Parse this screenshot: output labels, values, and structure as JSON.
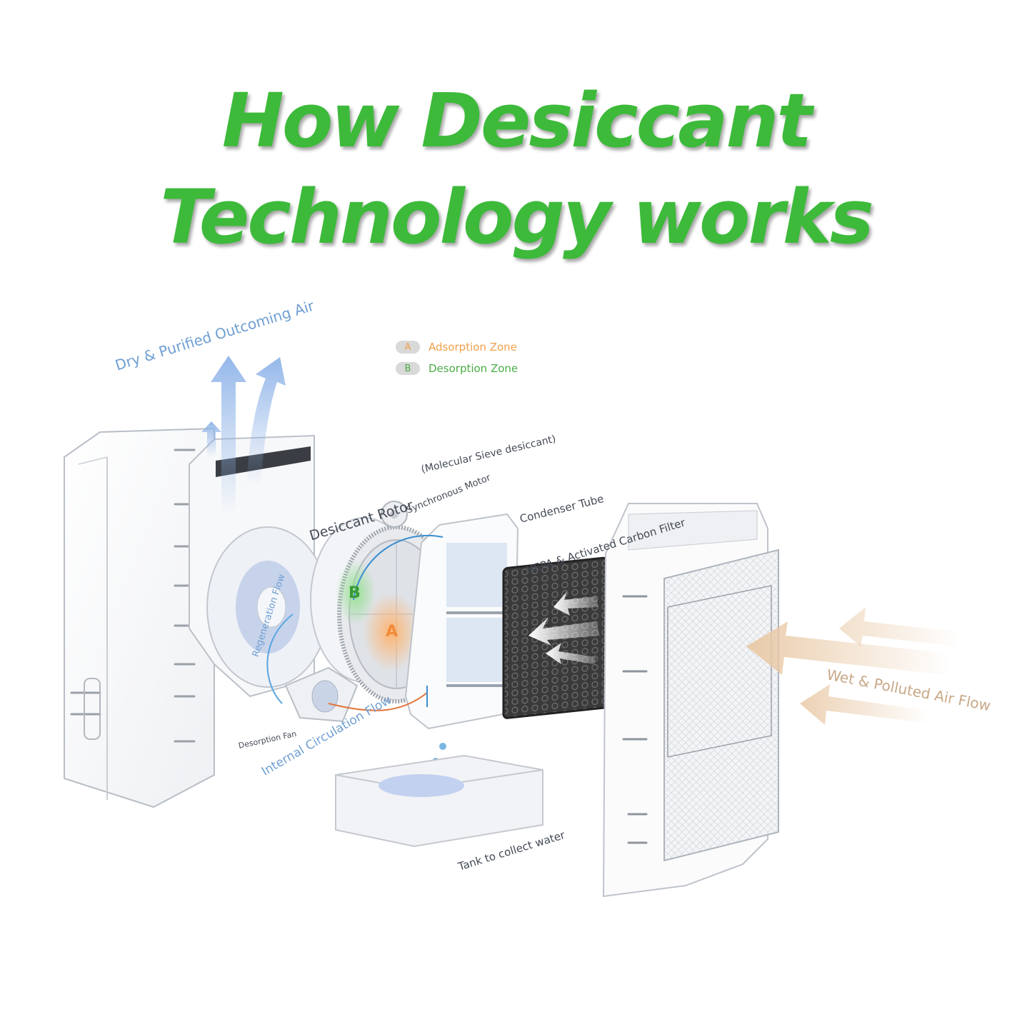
{
  "title": {
    "line1": "How Desiccant",
    "line2": "Technology works"
  },
  "legend": [
    {
      "badge": "A",
      "label": "Adsorption Zone",
      "color": "#f0a04a"
    },
    {
      "badge": "B",
      "label": "Desorption Zone",
      "color": "#4aac46"
    }
  ],
  "labels": {
    "dry_air": "Dry & Purified Outcoming Air",
    "desiccant_rotor": "Desiccant Rotor",
    "rotor_note": "(Molecular Sieve desiccant)",
    "synchronous_motor": "Synchronous Motor",
    "condenser_tube": "Condenser Tube",
    "hepa_filter": "HEPA & Activated Carbon Filter",
    "regeneration_flow": "Regeneration Flow",
    "desorption_fan": "Desorption Fan",
    "internal_circulation": "Internal Circulation Flow",
    "tank": "Tank to collect water",
    "wet_air": "Wet & Polluted Air Flow",
    "zone_a": "A",
    "zone_b": "B"
  },
  "colors": {
    "title_green": "#3dba3a",
    "airflow_blue": "#8fb4e8",
    "wet_air_tan": "#e9c9a6",
    "filter_dark": "#3a3a3a"
  }
}
